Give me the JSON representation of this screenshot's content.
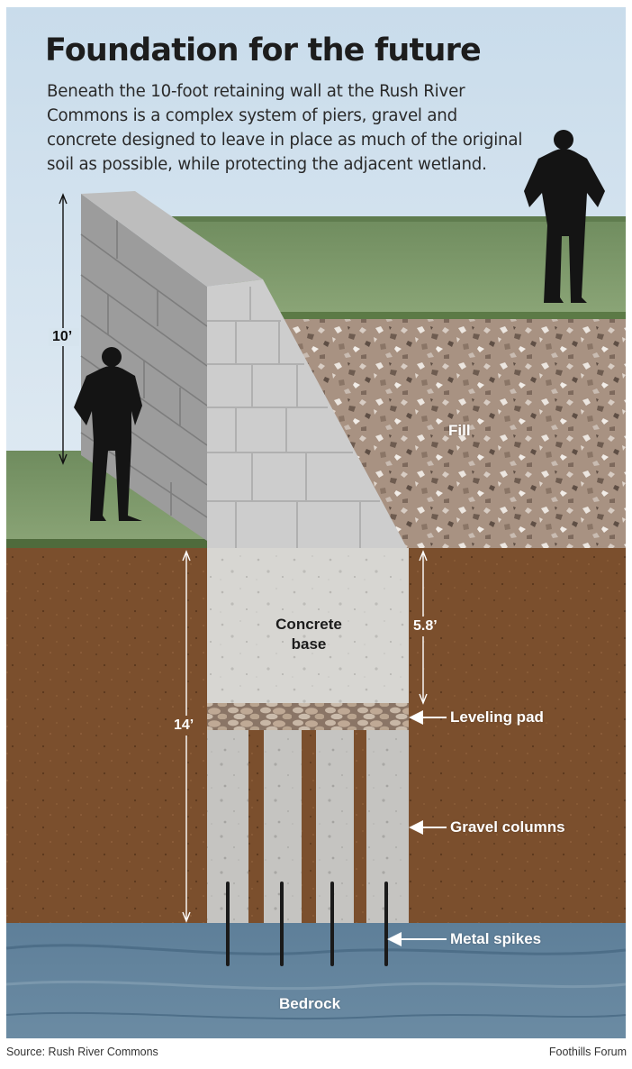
{
  "title": "Foundation for the future",
  "intro_lines": [
    "Beneath the 10-foot retaining wall at the Rush River",
    "Commons is a complex system of piers, gravel and",
    "concrete designed to leave in place as much of the original",
    "soil as possible, while protecting the adjacent wetland."
  ],
  "measurements": {
    "wall_height": "10’",
    "base_height": "5.8’",
    "total_depth": "14’"
  },
  "labels": {
    "fill": "Fill",
    "concrete_base_line1": "Concrete",
    "concrete_base_line2": "base",
    "leveling_pad": "Leveling pad",
    "gravel_columns": "Gravel columns",
    "metal_spikes": "Metal spikes",
    "bedrock": "Bedrock"
  },
  "footer": {
    "source": "Source: Rush River Commons",
    "credit": "Foothills Forum"
  },
  "colors": {
    "sky": "#d4e3ef",
    "grass": "#819b6e",
    "fill_gravel": "#a99384",
    "soil": "#7a4e2c",
    "concrete": "#d6d5d1",
    "block_face": "#cfcfcf",
    "bedrock": "#587a95"
  }
}
